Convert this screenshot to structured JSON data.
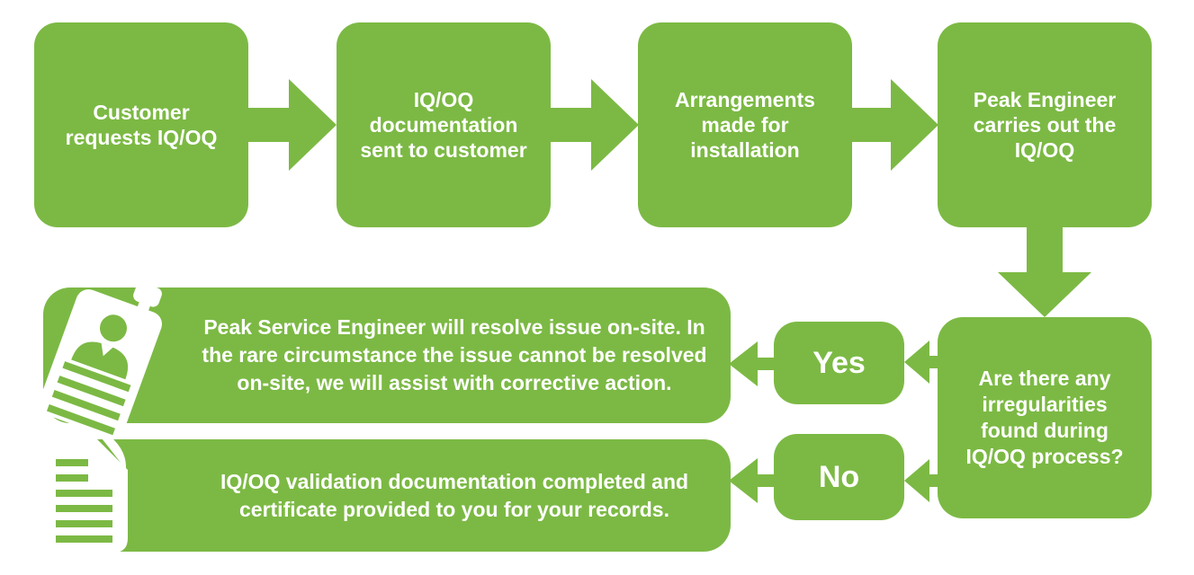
{
  "title": "IQ/OQ service process flowchart",
  "colors": {
    "green": "#7cb944",
    "text": "#ffffff"
  },
  "steps": [
    {
      "label": "Customer\nrequests IQ/OQ"
    },
    {
      "label": "IQ/OQ\ndocumentation\nsent to customer"
    },
    {
      "label": "Arrangements\nmade for\ninstallation"
    },
    {
      "label": "Peak Engineer\ncarries out the\nIQ/OQ"
    }
  ],
  "decision": {
    "label": "Are there any\nirregularities\nfound during\nIQ/OQ process?"
  },
  "branches": {
    "yes": {
      "answer": "Yes",
      "icon": "id-badge-icon",
      "outcome": "Peak Service Engineer will resolve issue on-site. In\nthe rare circumstance the issue cannot be resolved\non-site, we will assist with corrective action."
    },
    "no": {
      "answer": "No",
      "icon": "document-icon",
      "outcome": "IQ/OQ validation documentation completed and\ncertificate provided to you for your records."
    }
  }
}
